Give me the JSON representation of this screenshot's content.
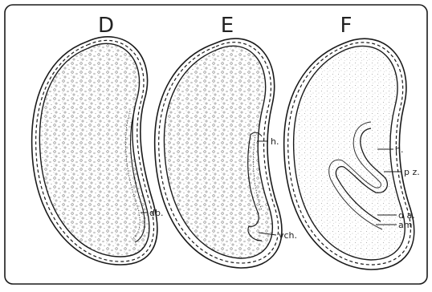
{
  "panels": [
    {
      "letter": "D",
      "labels": [
        "db."
      ]
    },
    {
      "letter": "E",
      "labels": [
        "h.",
        "vch."
      ]
    },
    {
      "letter": "F",
      "labels": [
        "h.",
        "p z.",
        "d a.",
        "am"
      ]
    }
  ],
  "style": {
    "ink": "#1a1a1a",
    "paper": "#ffffff",
    "stipple": "#6a6a6a"
  }
}
